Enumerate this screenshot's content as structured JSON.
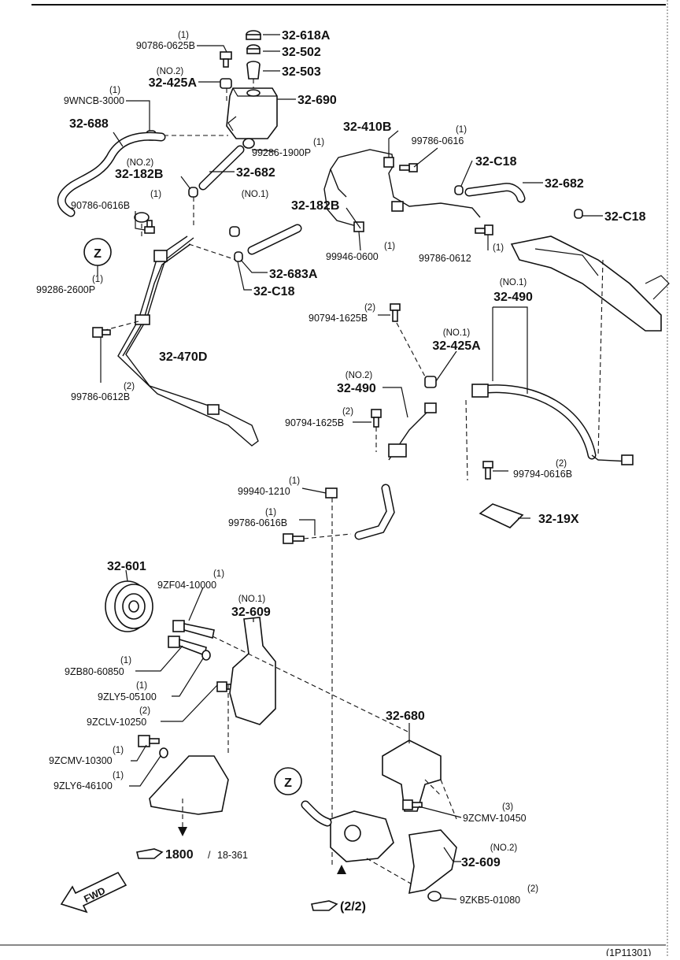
{
  "labels": [
    {
      "id": "l1",
      "qty": "(1)",
      "text": "90786-0625B"
    },
    {
      "id": "l2",
      "text": "32-618A"
    },
    {
      "id": "l3",
      "text": "32-502"
    },
    {
      "id": "l4",
      "qty": "(NO.2)",
      "text": "32-425A"
    },
    {
      "id": "l5",
      "text": "32-503"
    },
    {
      "id": "l6",
      "qty": "(1)",
      "text": "9WNCB-3000"
    },
    {
      "id": "l7",
      "text": "32-690"
    },
    {
      "id": "l8",
      "text": "32-688"
    },
    {
      "id": "l9",
      "text": "32-410B"
    },
    {
      "id": "l10",
      "qty": "(1)",
      "text": "99786-0616"
    },
    {
      "id": "l11",
      "qty": "(1)",
      "text": "99286-1900P"
    },
    {
      "id": "l12",
      "text": "32-C18"
    },
    {
      "id": "l13",
      "qty": "(NO.2)",
      "text": "32-182B"
    },
    {
      "id": "l14",
      "text": "32-682"
    },
    {
      "id": "l15",
      "text": "32-682"
    },
    {
      "id": "l16",
      "qty": "(1)",
      "text": "90786-0616B"
    },
    {
      "id": "l17",
      "qty": "(NO.1)",
      "text": "32-182B"
    },
    {
      "id": "l18",
      "text": "32-C18"
    },
    {
      "id": "l19",
      "qty": "(1)",
      "text": "99946-0600"
    },
    {
      "id": "l20",
      "qty": "(1)",
      "text": "99786-0612"
    },
    {
      "id": "l21",
      "qty": "(1)",
      "text": "99286-2600P"
    },
    {
      "id": "l22",
      "text": "32-683A"
    },
    {
      "id": "l23",
      "text": "32-C18"
    },
    {
      "id": "l24",
      "qty": "(NO.1)",
      "text": "32-490"
    },
    {
      "id": "l25",
      "qty": "(2)",
      "text": "90794-1625B"
    },
    {
      "id": "l26",
      "qty": "(NO.1)",
      "text": "32-425A"
    },
    {
      "id": "l27",
      "text": "32-470D"
    },
    {
      "id": "l28",
      "qty": "(2)",
      "text": "99786-0612B"
    },
    {
      "id": "l29",
      "qty": "(NO.2)",
      "text": "32-490"
    },
    {
      "id": "l30",
      "qty": "(2)",
      "text": "90794-1625B"
    },
    {
      "id": "l31",
      "qty": "(1)",
      "text": "99940-1210"
    },
    {
      "id": "l32",
      "qty": "(2)",
      "text": "99794-0616B"
    },
    {
      "id": "l33",
      "qty": "(1)",
      "text": "99786-0616B"
    },
    {
      "id": "l34",
      "text": "32-19X"
    },
    {
      "id": "l35",
      "text": "32-601"
    },
    {
      "id": "l36",
      "qty": "(1)",
      "text": "9ZF04-10000"
    },
    {
      "id": "l37",
      "qty": "(NO.1)",
      "text": "32-609"
    },
    {
      "id": "l38",
      "qty": "(1)",
      "text": "9ZB80-60850"
    },
    {
      "id": "l39",
      "qty": "(1)",
      "text": "9ZLY5-05100"
    },
    {
      "id": "l40",
      "qty": "(2)",
      "text": "9ZCLV-10250"
    },
    {
      "id": "l41",
      "text": "32-680"
    },
    {
      "id": "l42",
      "qty": "(1)",
      "text": "9ZCMV-10300"
    },
    {
      "id": "l43",
      "qty": "(1)",
      "text": "9ZLY6-46100"
    },
    {
      "id": "l44",
      "qty": "(3)",
      "text": "9ZCMV-10450"
    },
    {
      "id": "l45",
      "qty": "(NO.2)",
      "text": "32-609"
    },
    {
      "id": "l46",
      "qty": "(2)",
      "text": "9ZKB5-01080"
    }
  ],
  "refs": {
    "ref1_num": "1800",
    "ref1_sep": "/",
    "ref1_page": "18-361",
    "ref2": "(2/2)",
    "zone_marker": "Z",
    "fwd": "FWD",
    "footer": "(1P11301)"
  }
}
